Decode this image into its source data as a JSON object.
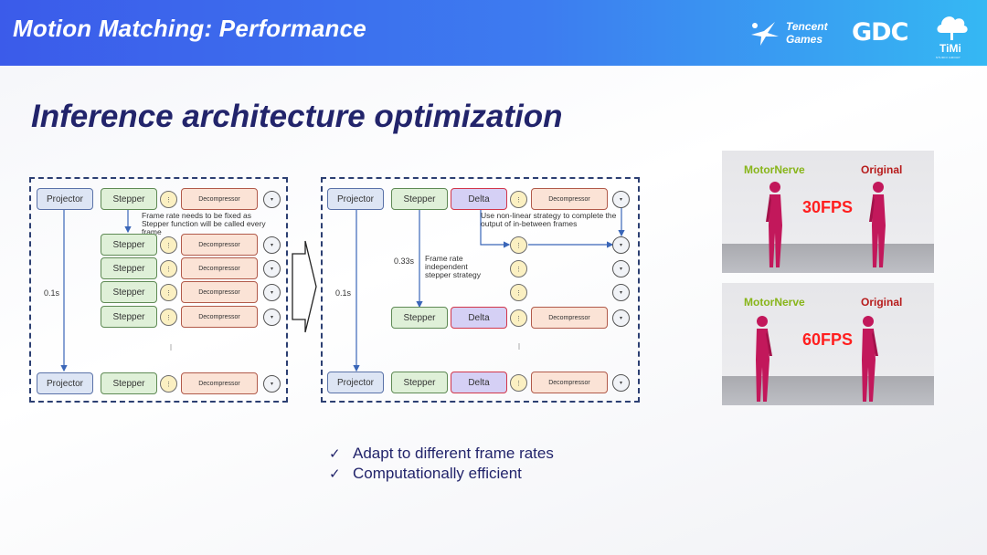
{
  "header": {
    "title": "Motion Matching: Performance",
    "logos": [
      {
        "name": "tencent-games",
        "line1": "Tencent",
        "line2": "Games"
      },
      {
        "name": "gdc",
        "text": "GDC"
      },
      {
        "name": "timi",
        "text": "TiMi",
        "sub": "STUDIO GROUP"
      }
    ]
  },
  "subtitle": "Inference architecture optimization",
  "diagram_left": {
    "projector": "Projector",
    "stepper": "Stepper",
    "decompressor": "Decompressor",
    "interval": "0.1s",
    "note": "Frame rate needs to be fixed as Stepper function will be called every frame"
  },
  "diagram_right": {
    "projector": "Projector",
    "stepper": "Stepper",
    "delta": "Delta",
    "decompressor": "Decompressor",
    "interval": "0.1s",
    "stepper_interval": "0.33s",
    "note_top": "Use non-linear strategy to complete the output of in-between frames",
    "note_mid": "Frame rate independent stepper strategy"
  },
  "comparisons": [
    {
      "left": "MotorNerve",
      "right": "Original",
      "fps": "30FPS"
    },
    {
      "left": "MotorNerve",
      "right": "Original",
      "fps": "60FPS"
    }
  ],
  "bullets": [
    {
      "check": "✓",
      "text": "Adapt to different frame rates"
    },
    {
      "check": "✓",
      "text": "Computationally efficient"
    }
  ],
  "colors": {
    "header_start": "#3b5bea",
    "header_end": "#35b8f3",
    "title_ink": "#22246b",
    "fps_red": "#ff1f1f",
    "motornerve_green": "#88b51a",
    "original_red": "#b71c1c",
    "figure_magenta": "#c2185b"
  }
}
